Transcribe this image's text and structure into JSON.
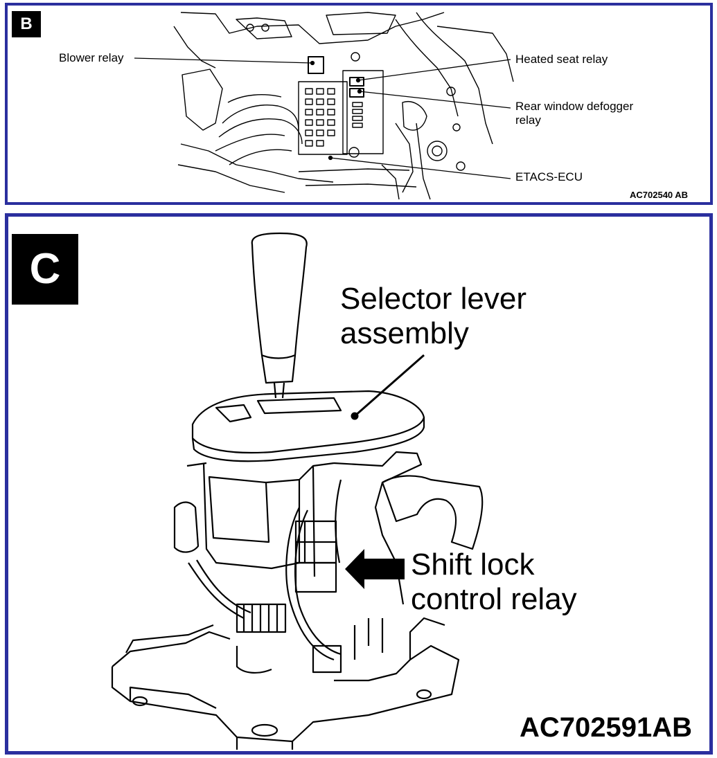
{
  "panel_b": {
    "badge": "B",
    "labels": {
      "blower_relay": "Blower relay",
      "heated_seat_relay": "Heated seat relay",
      "rear_defogger_line1": "Rear window defogger",
      "rear_defogger_line2": "relay",
      "etacs_ecu": "ETACS-ECU"
    },
    "code": "AC702540 AB"
  },
  "panel_c": {
    "badge": "C",
    "labels": {
      "selector_line1": "Selector lever",
      "selector_line2": "assembly",
      "shift_line1": "Shift lock",
      "shift_line2": "control relay"
    },
    "code": "AC702591AB"
  },
  "colors": {
    "frame_border": "#2b2f9e",
    "badge_background": "#000000",
    "badge_text": "#ffffff",
    "line_art": "#000000"
  }
}
